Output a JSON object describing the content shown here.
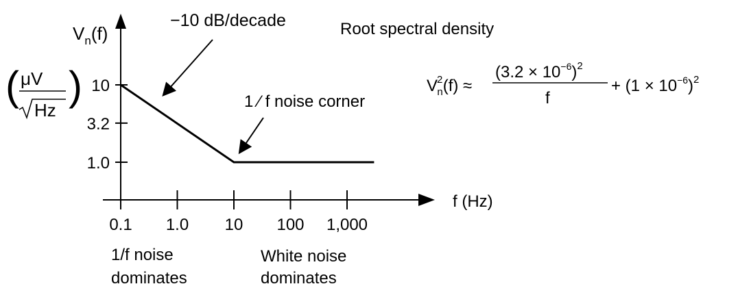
{
  "chart_data": {
    "type": "line",
    "title": "Root spectral density",
    "ylabel": "V",
    "ylabel_sub": "n",
    "ylabel_arg": "(f)",
    "yunit_num": "μV",
    "yunit_den": "Hz",
    "xlabel": "f (Hz)",
    "x_scale": "log",
    "y_scale": "log",
    "x_ticks": [
      {
        "value": 0.1,
        "label": "0.1"
      },
      {
        "value": 1,
        "label": "1.0"
      },
      {
        "value": 10,
        "label": "10"
      },
      {
        "value": 100,
        "label": "100"
      },
      {
        "value": 1000,
        "label": "1,000"
      }
    ],
    "y_ticks": [
      {
        "value": 1.0,
        "label": "1.0"
      },
      {
        "value": 3.2,
        "label": "3.2"
      },
      {
        "value": 10,
        "label": "10"
      }
    ],
    "series": [
      {
        "x": [
          0.1,
          10,
          3000
        ],
        "y": [
          10,
          1.0,
          1.0
        ]
      }
    ],
    "annotations": {
      "slope": "−10 dB/decade",
      "corner": "1 ⁄ f noise corner",
      "left_region_line1": "1/f noise",
      "left_region_line2": "dominates",
      "right_region_line1": "White noise",
      "right_region_line2": "dominates"
    },
    "formula": {
      "lhs_V": "V",
      "lhs_sub": "n",
      "lhs_sup": "2",
      "lhs_arg": "(f) ≈",
      "num": "(3.2 × 10",
      "num_exp": "−6",
      "num_close": ")",
      "num_sup": "2",
      "den": "f",
      "plus": "+ (1 × 10",
      "plus_exp": "−6",
      "plus_close": ")",
      "plus_sup": "2"
    }
  }
}
